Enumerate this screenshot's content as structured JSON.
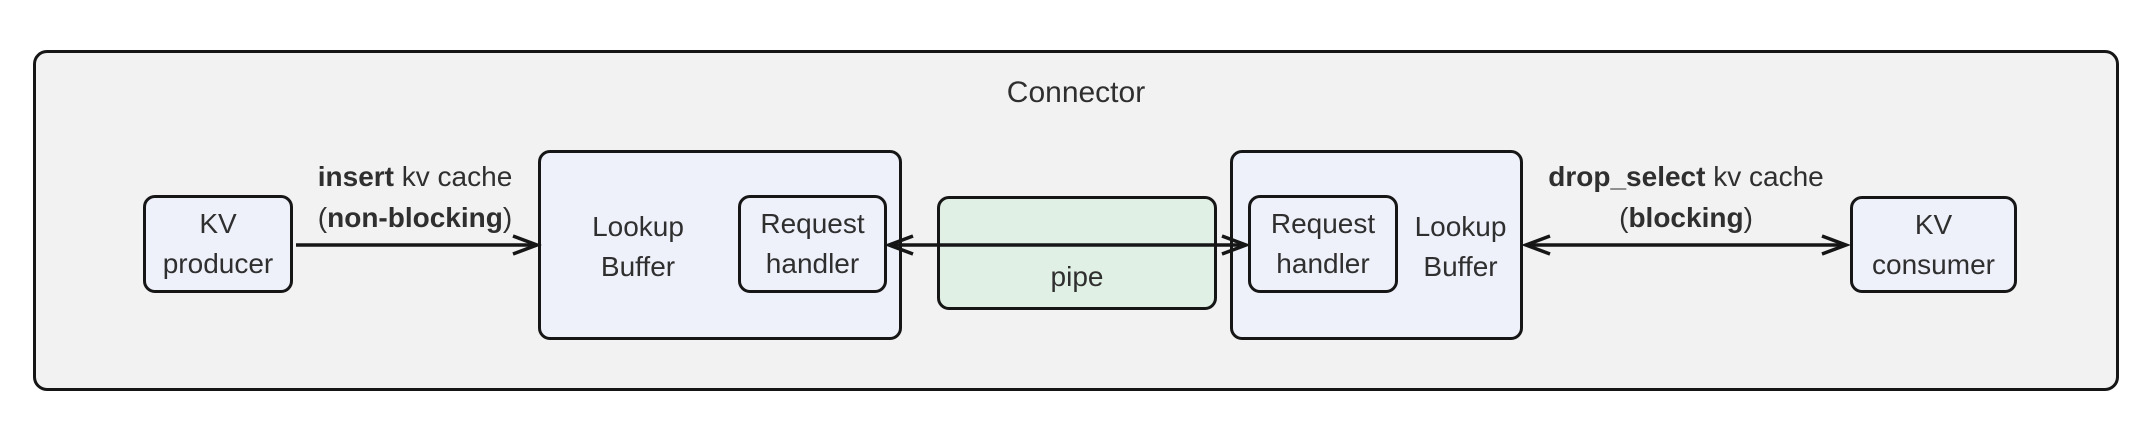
{
  "title": "Connector",
  "colors": {
    "outer_fill": "#f2f2f2",
    "node_fill": "#eef1fa",
    "pipe_fill": "#e1f0e4",
    "border": "#161616",
    "text": "#2f2f2f"
  },
  "nodes": {
    "kv_producer": {
      "line1": "KV",
      "line2": "producer"
    },
    "lookup_buffer_left": {
      "line1": "Lookup",
      "line2": "Buffer"
    },
    "request_handler_left": {
      "line1": "Request",
      "line2": "handler"
    },
    "pipe": {
      "label": "pipe"
    },
    "request_handler_right": {
      "line1": "Request",
      "line2": "handler"
    },
    "lookup_buffer_right": {
      "line1": "Lookup",
      "line2": "Buffer"
    },
    "kv_consumer": {
      "line1": "KV",
      "line2": "consumer"
    }
  },
  "edges": {
    "insert": {
      "line1_bold": "insert",
      "line1_rest": " kv cache",
      "line2_pre": "(",
      "line2_bold": "non-blocking",
      "line2_post": ")"
    },
    "drop_select": {
      "line1_bold": "drop_select",
      "line1_rest": " kv cache",
      "line2_pre": "(",
      "line2_bold": "blocking",
      "line2_post": ")"
    }
  }
}
